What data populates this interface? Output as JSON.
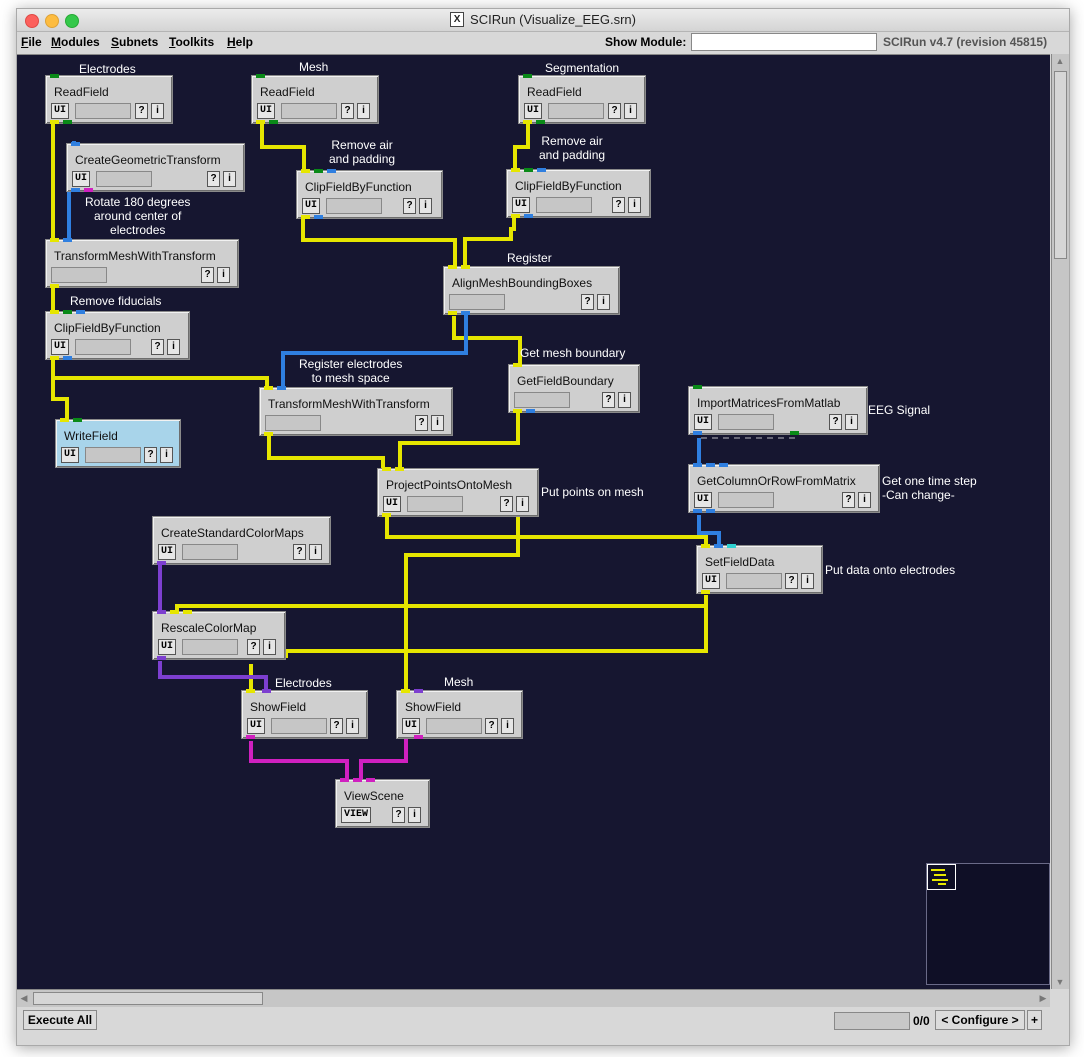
{
  "window": {
    "title": "SCIRun (Visualize_EEG.srn)",
    "x_logo": "X"
  },
  "menubar": {
    "items": [
      "File",
      "Modules",
      "Subnets",
      "Toolkits",
      "Help"
    ],
    "show_module_label": "Show Module:",
    "show_module_value": "",
    "version": "SCIRun v4.7 (revision 45815)"
  },
  "modules": [
    {
      "id": "readfield-electrodes",
      "title": "ReadField",
      "button": "UI"
    },
    {
      "id": "readfield-mesh",
      "title": "ReadField",
      "button": "UI"
    },
    {
      "id": "readfield-segmentation",
      "title": "ReadField",
      "button": "UI"
    },
    {
      "id": "create-geometric-transform",
      "title": "CreateGeometricTransform",
      "button": "UI"
    },
    {
      "id": "clipfield-mesh",
      "title": "ClipFieldByFunction",
      "button": "UI"
    },
    {
      "id": "clipfield-segmentation",
      "title": "ClipFieldByFunction",
      "button": "UI"
    },
    {
      "id": "transform-mesh-1",
      "title": "TransformMeshWithTransform",
      "button": ""
    },
    {
      "id": "align-mesh",
      "title": "AlignMeshBoundingBoxes",
      "button": ""
    },
    {
      "id": "clipfield-fiducials",
      "title": "ClipFieldByFunction",
      "button": "UI"
    },
    {
      "id": "transform-mesh-2",
      "title": "TransformMeshWithTransform",
      "button": ""
    },
    {
      "id": "get-field-boundary",
      "title": "GetFieldBoundary",
      "button": ""
    },
    {
      "id": "writefield",
      "title": "WriteField",
      "button": "UI"
    },
    {
      "id": "import-matrices",
      "title": "ImportMatricesFromMatlab",
      "button": "UI"
    },
    {
      "id": "project-points",
      "title": "ProjectPointsOntoMesh",
      "button": "UI"
    },
    {
      "id": "get-column",
      "title": "GetColumnOrRowFromMatrix",
      "button": "UI"
    },
    {
      "id": "create-colormaps",
      "title": "CreateStandardColorMaps",
      "button": "UI"
    },
    {
      "id": "set-field-data",
      "title": "SetFieldData",
      "button": "UI"
    },
    {
      "id": "rescale-colormap",
      "title": "RescaleColorMap",
      "button": "UI"
    },
    {
      "id": "showfield-electrodes",
      "title": "ShowField",
      "button": "UI"
    },
    {
      "id": "showfield-mesh",
      "title": "ShowField",
      "button": "UI"
    },
    {
      "id": "viewscene",
      "title": "ViewScene",
      "button": "VIEW"
    }
  ],
  "module_buttons": {
    "help": "?",
    "info": "i"
  },
  "annotations": {
    "electrodes_top": "Electrodes",
    "mesh_top": "Mesh",
    "segmentation": "Segmentation",
    "remove_air_1_l1": "Remove air",
    "remove_air_1_l2": "and padding",
    "remove_air_2_l1": "Remove air",
    "remove_air_2_l2": "and padding",
    "rotate_l1": "Rotate 180 degrees",
    "rotate_l2": "around center of",
    "rotate_l3": "electrodes",
    "register": "Register",
    "remove_fiducials": "Remove fiducials",
    "register_electrodes_l1": "Register electrodes",
    "register_electrodes_l2": "to mesh space",
    "get_mesh_boundary": "Get mesh boundary",
    "eeg_signal": "EEG Signal",
    "put_points": "Put points on mesh",
    "one_time_step_l1": "Get one time step",
    "one_time_step_l2": "-Can change-",
    "put_data": "Put data onto electrodes",
    "electrodes_bottom": "Electrodes",
    "mesh_bottom": "Mesh"
  },
  "wire_colors": {
    "field": "#e6e600",
    "matrix": "#2f7fe0",
    "colormap": "#7d3fd0",
    "geometry": "#d020c0"
  },
  "statusbar": {
    "execute_all": "Execute All",
    "progress_count": "0/0",
    "configure": "< Configure >",
    "plus": "+"
  }
}
